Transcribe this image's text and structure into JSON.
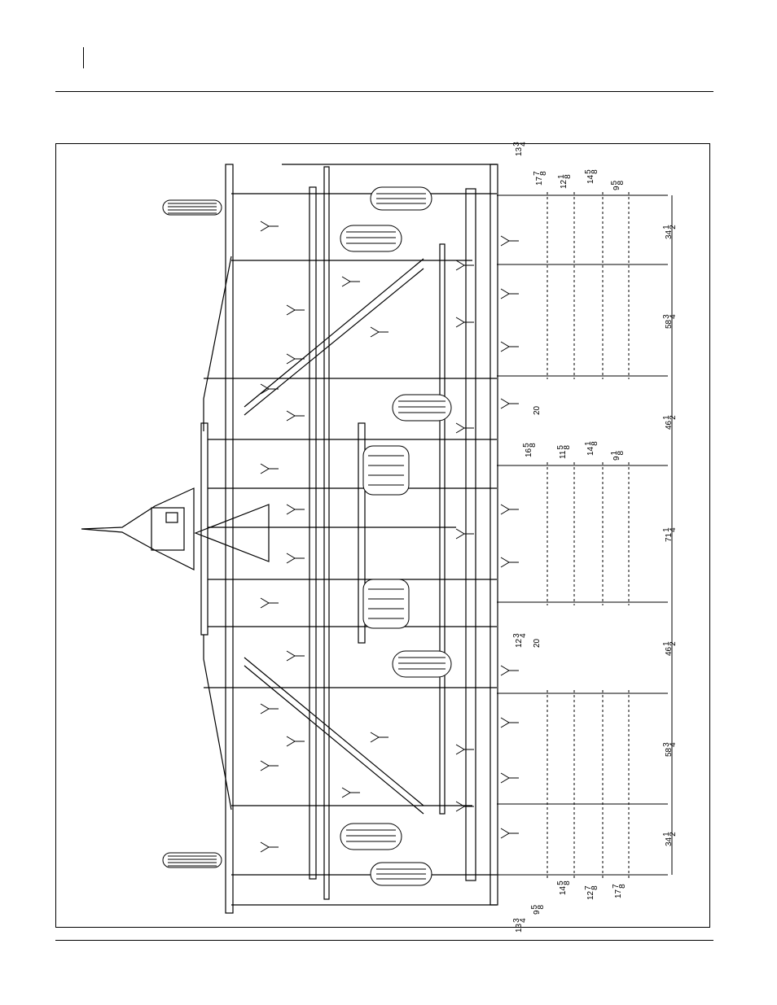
{
  "drawing": {
    "dimensions_top_section": {
      "d_13_3_4": {
        "whole": "13",
        "num": "3",
        "den": "4"
      },
      "d_17_7_8": {
        "whole": "17",
        "num": "7",
        "den": "8"
      },
      "d_12_1_8": {
        "whole": "12",
        "num": "1",
        "den": "8"
      },
      "d_14_5_8": {
        "whole": "14",
        "num": "5",
        "den": "8"
      },
      "d_9_5_8": {
        "whole": "9",
        "num": "5",
        "den": "8"
      },
      "d_34_1_2": {
        "whole": "34",
        "num": "1",
        "den": "2"
      },
      "d_58_3_4": {
        "whole": "58",
        "num": "3",
        "den": "4"
      },
      "d_46_1_2": {
        "whole": "46",
        "num": "1",
        "den": "2"
      }
    },
    "dimensions_center_section": {
      "d_20_top": "20",
      "d_16_5_8": {
        "whole": "16",
        "num": "5",
        "den": "8"
      },
      "d_11_5_8": {
        "whole": "11",
        "num": "5",
        "den": "8"
      },
      "d_14_1_8": {
        "whole": "14",
        "num": "1",
        "den": "8"
      },
      "d_9_1_8": {
        "whole": "9",
        "num": "1",
        "den": "8"
      },
      "d_71_1_4": {
        "whole": "71",
        "num": "1",
        "den": "4"
      },
      "d_12_3_4": {
        "whole": "12",
        "num": "3",
        "den": "4"
      },
      "d_20_bottom": "20",
      "d_46_1_2_b": {
        "whole": "46",
        "num": "1",
        "den": "2"
      }
    },
    "dimensions_bottom_section": {
      "d_58_3_4_b": {
        "whole": "58",
        "num": "3",
        "den": "4"
      },
      "d_34_1_2_b": {
        "whole": "34",
        "num": "1",
        "den": "2"
      },
      "d_14_5_8_b": {
        "whole": "14",
        "num": "5",
        "den": "8"
      },
      "d_12_7_8": {
        "whole": "12",
        "num": "7",
        "den": "8"
      },
      "d_17_7_8_b": {
        "whole": "17",
        "num": "7",
        "den": "8"
      },
      "d_9_5_8_b": {
        "whole": "9",
        "num": "5",
        "den": "8"
      },
      "d_13_3_4_b": {
        "whole": "13",
        "num": "3",
        "den": "4"
      }
    }
  }
}
